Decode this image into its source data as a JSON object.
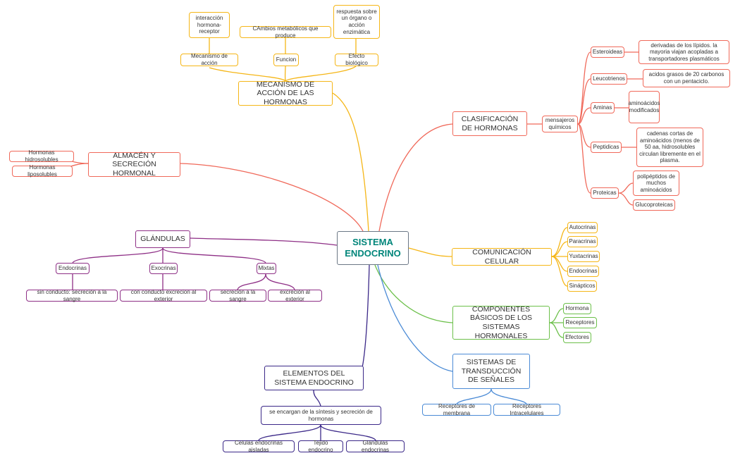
{
  "center": "SISTEMA ENDOCRINO",
  "mecanismo": {
    "title": "MECANISMO DE ACCIÓN DE LAS HORMONAS",
    "mecanismo_accion": "Mecanismo de acción",
    "interaccion": "interacción hormona-receptor",
    "funcion": "Funcion",
    "cambios": "CAmbios metabólicos que produce",
    "efecto": "Efecto biológico",
    "respuesta": "respuesta sobre un órgano o acción enzimática"
  },
  "almacen": {
    "title": "ALMACÉN Y SECRECIÓN HORMONAL",
    "hidro": "Hormonas hidrosolubles",
    "lipo": "Hormonas liposolubles"
  },
  "glandulas": {
    "title": "GLÁNDULAS",
    "endocrinas": "Endocrinas",
    "endocrinas_desc": "sin conducto: secreción a la sangre",
    "exocrinas": "Exocrinas",
    "exocrinas_desc": "con conducto excrecion al exterior",
    "mixtas": "Mixtas",
    "mixtas_sangre": "secreción a la sangre",
    "mixtas_exterior": "excreción al exterior"
  },
  "elementos": {
    "title": "ELEMENTOS DEL SISTEMA ENDOCRINO",
    "desc": "se encargan de la síntesis y secreción de hormonas",
    "celulas": "Celulas endocrinas aisladas",
    "tejido": "Tejido endocrino",
    "glandulas": "Glándulas endocrinas"
  },
  "clasificacion": {
    "title": "CLASIFICACIÓN DE HORMONAS",
    "mensajeros": "mensajeros químicos",
    "esteroideas": "Esteroideas",
    "esteroideas_desc": "derivadas de los lípidos. la mayoria viajan acopladas a transportadores plasmáticos",
    "leucotrienos": "Leucotrienos",
    "leucotrienos_desc": "acidos grasos de 20 carbonos con un pentaciclo.",
    "aminas": "Aminas",
    "aminas_desc": "aminoácidos modificados",
    "peptidicas": "Peptidicas",
    "peptidicas_desc": "cadenas cortas de aminoácidos (menos de 50 aa, hidrosolubles circulan libremente en el plasma.",
    "proteicas": "Proteicas",
    "proteicas_desc": "polipéptidos de muchos aminoácidos",
    "glucoproteicas": "Glucoproteicas"
  },
  "comunicacion": {
    "title": "COMUNICACIÓN CELULAR",
    "items": [
      "Autocrinas",
      "Paracrinas",
      "Yuxtacrinas",
      "Endocrinas",
      "Sinápticos"
    ]
  },
  "componentes": {
    "title": "COMPONENTES BÁSICOS DE LOS SISTEMAS HORMONALES",
    "items": [
      "Hormona",
      "Receptores",
      "Efectores"
    ]
  },
  "transduccion": {
    "title": "SISTEMAS DE TRANSDUCCIÓN DE SEÑALES",
    "membrana": "Receptores de membrana",
    "intracelulares": "Receptores Intracelulares"
  },
  "colors": {
    "orange": "#f5b617",
    "red": "#f0695a",
    "purple": "#8e2f86",
    "indigo": "#3b2888",
    "green": "#6cc04a",
    "blue": "#4b8bd6"
  }
}
